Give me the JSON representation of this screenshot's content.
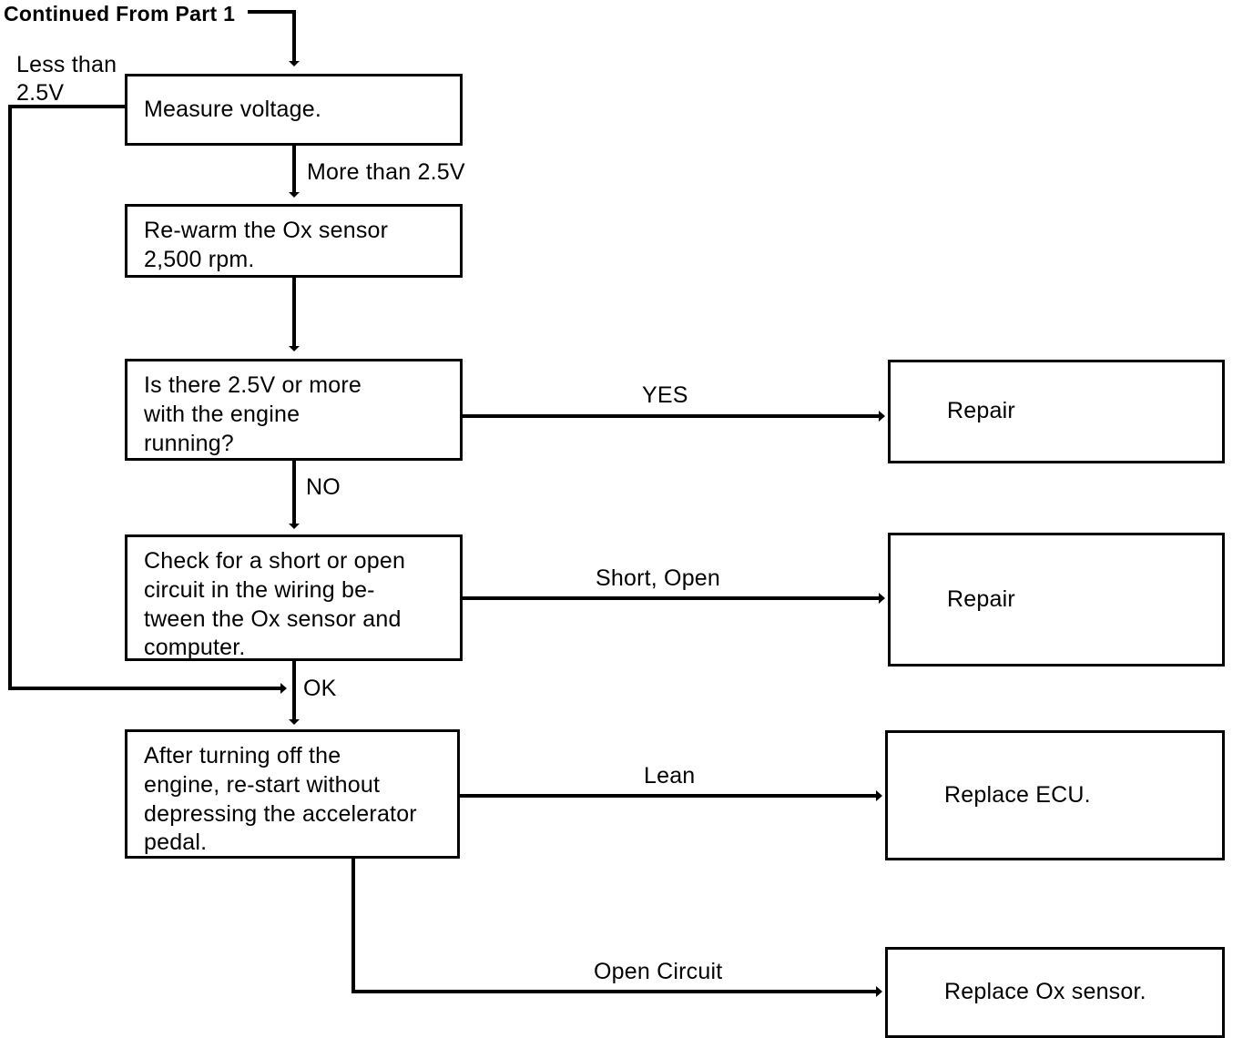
{
  "diagram": {
    "entry_label": "Continued From Part  1",
    "nodes": [
      {
        "id": "measure-voltage",
        "text": "Measure voltage."
      },
      {
        "id": "re-warm-sensor",
        "text": "Re-warm the Ox sensor\n2,500 rpm."
      },
      {
        "id": "is-there-2-5v",
        "text": "Is there 2.5V or more\nwith the engine\nrunning?"
      },
      {
        "id": "check-short-open",
        "text": "Check for a short or open\ncircuit in the wiring be-\ntween the Ox sensor and\ncomputer."
      },
      {
        "id": "after-turning-off",
        "text": "After turning off the\nengine, re-start without\ndepressing the accelerator\npedal."
      },
      {
        "id": "repair-yes",
        "text": "Repair"
      },
      {
        "id": "repair-short-open",
        "text": "Repair"
      },
      {
        "id": "replace-ecu",
        "text": "Replace ECU."
      },
      {
        "id": "replace-ox-sensor",
        "text": "Replace Ox sensor."
      }
    ],
    "edge_labels": {
      "less_than": "Less than\n2.5V",
      "more_than": "More than 2.5V",
      "yes": "YES",
      "no": "NO",
      "short_open": "Short, Open",
      "ok": "OK",
      "lean": "Lean",
      "open_circuit": "Open Circuit"
    },
    "colors": {
      "line": "#000000",
      "background": "#ffffff",
      "text": "#000000"
    }
  }
}
